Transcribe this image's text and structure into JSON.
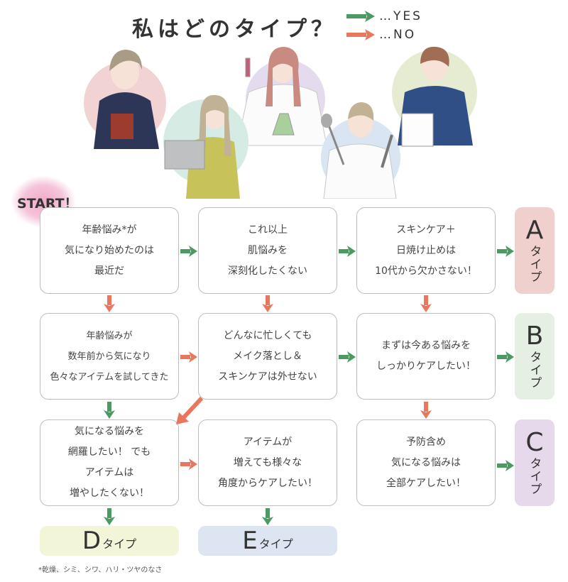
{
  "title": "私はどのタイプ？",
  "legend": {
    "yes": {
      "label": "…YES",
      "color": "#4a9a62"
    },
    "no": {
      "label": "…NO",
      "color": "#e8775e"
    }
  },
  "illustrations": [
    {
      "name": "businesswoman-with-book",
      "circle_color": "#f2d3d3"
    },
    {
      "name": "woman-with-laptop",
      "circle_color": "#d6ebe3"
    },
    {
      "name": "scientist-in-lab-coat",
      "circle_color": "#e4dcee"
    },
    {
      "name": "chef-with-utensils",
      "circle_color": "#d9e5f2"
    },
    {
      "name": "woman-in-blazer-with-clipboard",
      "circle_color": "#e6ecd2"
    }
  ],
  "start": {
    "label": "START！"
  },
  "questions": {
    "q1": {
      "lines": [
        "年齢悩み*が",
        "気になり始めたのは",
        "最近だ"
      ]
    },
    "q2": {
      "lines": [
        "これ以上",
        "肌悩みを",
        "深刻化したくない"
      ]
    },
    "q3": {
      "lines": [
        "スキンケア＋",
        "日焼け止めは",
        "10代から欠かさない！"
      ]
    },
    "q4": {
      "lines": [
        "年齢悩みが",
        "数年前から気になり",
        "色々なアイテムを試してきた"
      ]
    },
    "q5": {
      "lines": [
        "どんなに忙しくても",
        "メイク落とし＆",
        "スキンケアは外せない"
      ]
    },
    "q6": {
      "lines": [
        "まずは今ある悩みを",
        "しっかりケアしたい！"
      ]
    },
    "q7": {
      "lines": [
        "気になる悩みを",
        "網羅したい！ でも",
        "アイテムは",
        "増やしたくない！"
      ]
    },
    "q8": {
      "lines": [
        "アイテムが",
        "増えても様々な",
        "角度からケアしたい！"
      ]
    },
    "q9": {
      "lines": [
        "予防含め",
        "気になる悩みは",
        "全部ケアしたい！"
      ]
    }
  },
  "types": {
    "A": {
      "letter": "A",
      "suffix": "タイプ",
      "color": "#f0d0cc"
    },
    "B": {
      "letter": "B",
      "suffix": "タイプ",
      "color": "#e6efe4"
    },
    "C": {
      "letter": "C",
      "suffix": "タイプ",
      "color": "#e6d9ec"
    },
    "D": {
      "letter": "D",
      "suffix": "タイプ",
      "color": "#f3f5d9"
    },
    "E": {
      "letter": "E",
      "suffix": "タイプ",
      "color": "#dde5f3"
    }
  },
  "footnote": "*乾燥、シミ、シワ、ハリ・ツヤのなさ"
}
